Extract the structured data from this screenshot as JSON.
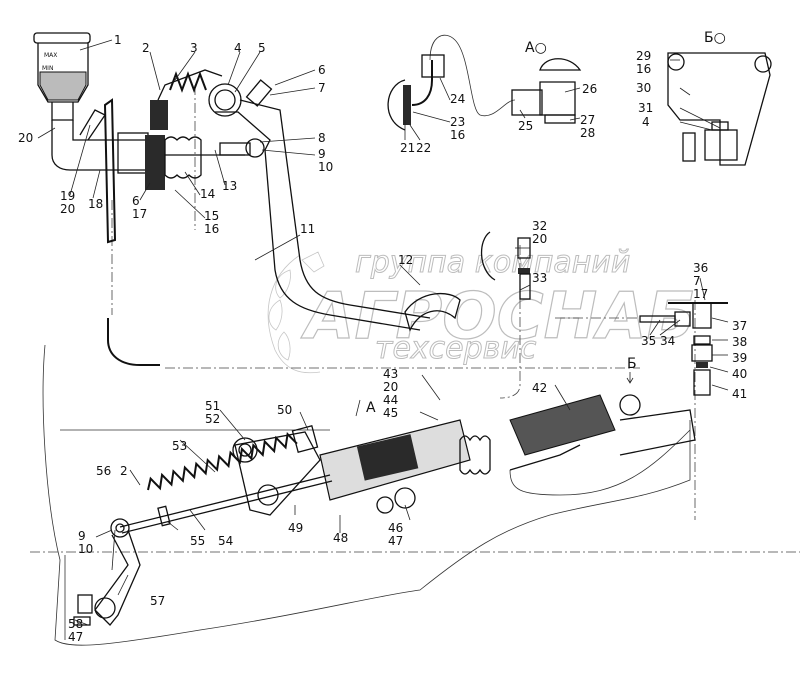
{
  "diagram": {
    "title": "Clutch release hydraulic drive assembly",
    "watermark": {
      "line1": "группа компаний",
      "line2": "АГРОСНАБ",
      "line3": "техсервис"
    },
    "views": [
      {
        "id": "A",
        "label": "А",
        "marker": "А○"
      },
      {
        "id": "B",
        "label": "Б",
        "marker": "Б○"
      }
    ],
    "reservoir_marks": {
      "max": "MAX",
      "min": "MIN"
    },
    "view_pointers": [
      {
        "label": "А"
      },
      {
        "label": "Б"
      }
    ],
    "callouts": [
      {
        "id": "c1",
        "text": "1"
      },
      {
        "id": "c2",
        "text": "2"
      },
      {
        "id": "c3",
        "text": "3"
      },
      {
        "id": "c4",
        "text": "4"
      },
      {
        "id": "c5",
        "text": "5"
      },
      {
        "id": "c6",
        "text": "6"
      },
      {
        "id": "c7",
        "text": "7"
      },
      {
        "id": "c8",
        "text": "8"
      },
      {
        "id": "c9_10",
        "text": "9\n10"
      },
      {
        "id": "c11",
        "text": "11"
      },
      {
        "id": "c12",
        "text": "12"
      },
      {
        "id": "c13",
        "text": "13"
      },
      {
        "id": "c14",
        "text": "14"
      },
      {
        "id": "c15_16",
        "text": "15\n16"
      },
      {
        "id": "c6_17",
        "text": "6\n17"
      },
      {
        "id": "c18",
        "text": "18"
      },
      {
        "id": "c19_20",
        "text": "19\n20"
      },
      {
        "id": "c20",
        "text": "20"
      },
      {
        "id": "c21",
        "text": "21"
      },
      {
        "id": "c22",
        "text": "22"
      },
      {
        "id": "c23_16",
        "text": "23\n16"
      },
      {
        "id": "c24",
        "text": "24"
      },
      {
        "id": "c25",
        "text": "25"
      },
      {
        "id": "c26",
        "text": "26"
      },
      {
        "id": "c27_28",
        "text": "27\n28"
      },
      {
        "id": "c29_16",
        "text": "29\n16"
      },
      {
        "id": "c30",
        "text": "30"
      },
      {
        "id": "c31",
        "text": "31"
      },
      {
        "id": "c4b",
        "text": "4"
      },
      {
        "id": "c32_20",
        "text": "32\n20"
      },
      {
        "id": "c33",
        "text": "33"
      },
      {
        "id": "c34",
        "text": "34"
      },
      {
        "id": "c35",
        "text": "35"
      },
      {
        "id": "c36_7_17",
        "text": "36\n7\n17"
      },
      {
        "id": "c37",
        "text": "37"
      },
      {
        "id": "c38",
        "text": "38"
      },
      {
        "id": "c39",
        "text": "39"
      },
      {
        "id": "c40",
        "text": "40"
      },
      {
        "id": "c41",
        "text": "41"
      },
      {
        "id": "c42",
        "text": "42"
      },
      {
        "id": "c43_20_44_45",
        "text": "43\n20\n44\n45"
      },
      {
        "id": "c46_47",
        "text": "46\n47"
      },
      {
        "id": "c48",
        "text": "48"
      },
      {
        "id": "c49",
        "text": "49"
      },
      {
        "id": "c50",
        "text": "50"
      },
      {
        "id": "c51_52",
        "text": "51\n52"
      },
      {
        "id": "c53",
        "text": "53"
      },
      {
        "id": "c54",
        "text": "54"
      },
      {
        "id": "c55",
        "text": "55"
      },
      {
        "id": "c56",
        "text": "56"
      },
      {
        "id": "c2b",
        "text": "2"
      },
      {
        "id": "c9_10b",
        "text": "9\n10"
      },
      {
        "id": "c57",
        "text": "57"
      },
      {
        "id": "c58_47",
        "text": "58\n47"
      }
    ]
  }
}
